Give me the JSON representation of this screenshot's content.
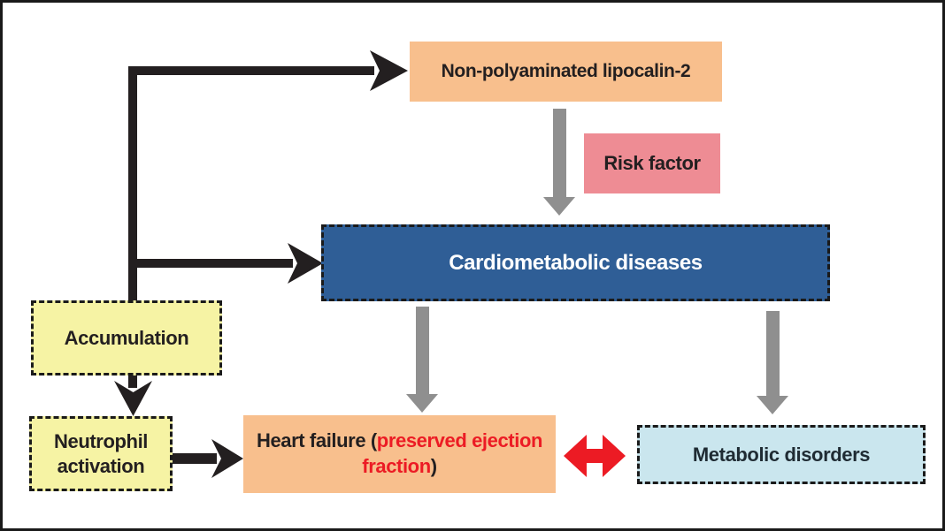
{
  "diagram": {
    "nodes": {
      "npl2": {
        "label": "Non-polyaminated lipocalin-2"
      },
      "risk_factor": {
        "label": "Risk factor"
      },
      "cardiometabolic": {
        "label": "Cardiometabolic diseases"
      },
      "accumulation": {
        "label": "Accumulation"
      },
      "neutrophil": {
        "label": "Neutrophil activation"
      },
      "heart_failure": {
        "prefix": "Heart failure (",
        "highlight": "preserved ejection fraction",
        "suffix": ")"
      },
      "metabolic": {
        "label": "Metabolic disorders"
      }
    },
    "colors": {
      "orange_box": "#F8BF8D",
      "pink_box": "#EE8C94",
      "blue_box": "#2F5E96",
      "yellow_box": "#F6F3A4",
      "light_blue_box": "#CAE6EE",
      "black_arrow": "#231F20",
      "gray_arrow": "#8F8F8F",
      "red_arrow": "#EC1B24",
      "text_dark": "#231F20",
      "text_white": "#FFFFFF"
    }
  }
}
